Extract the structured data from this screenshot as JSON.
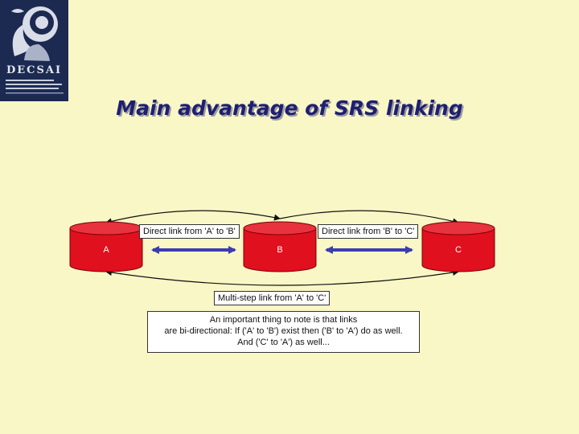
{
  "logo": {
    "name": "DECSAI",
    "icon": "owl-icon",
    "subtitle_lines": [
      "Departamento de Ciencias",
      "de la Computación e I.A.",
      "UNIVERSIDAD DE GRANADA"
    ]
  },
  "title": "Main advantage of SRS linking",
  "nodes": [
    {
      "label": "A"
    },
    {
      "label": "B"
    },
    {
      "label": "C"
    }
  ],
  "links": {
    "a_to_b": "Direct link from 'A' to 'B'",
    "b_to_c": "Direct link from 'B' to 'C'",
    "a_to_c": "Multi-step link from 'A' to 'C'"
  },
  "note": {
    "line1": "An important thing to note is that links",
    "line2": "are bi-directional: If ('A' to 'B') exist then ('B' to 'A') do as well.",
    "line3": "And ('C' to 'A') as well..."
  },
  "colors": {
    "background": "#f9f7c6",
    "database_fill": "#e0101e",
    "arrow": "#3b3cb0",
    "title": "#1f1f72"
  }
}
